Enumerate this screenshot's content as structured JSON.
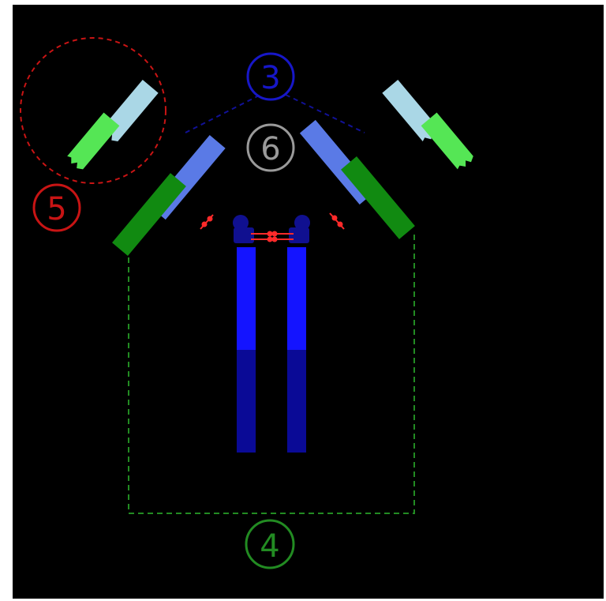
{
  "labels": {
    "l3": "3",
    "l4": "4",
    "l5": "5",
    "l6": "6"
  },
  "colors": {
    "background": "#000000",
    "label3": "#1717c8",
    "label4": "#228b22",
    "label5": "#c81414",
    "label6": "#9a9a9a",
    "heavy_variable": "#5a7ae6",
    "heavy_constant_upper": "#1414ff",
    "heavy_constant_lower": "#0a0a96",
    "hinge": "#101090",
    "light_variable": "#aad7e6",
    "light_tip_green": "#55e655",
    "light_constant": "#118a11",
    "disulfide": "#ff2a2a"
  },
  "icons": {
    "antibody": "antibody-y-shape-icon"
  }
}
